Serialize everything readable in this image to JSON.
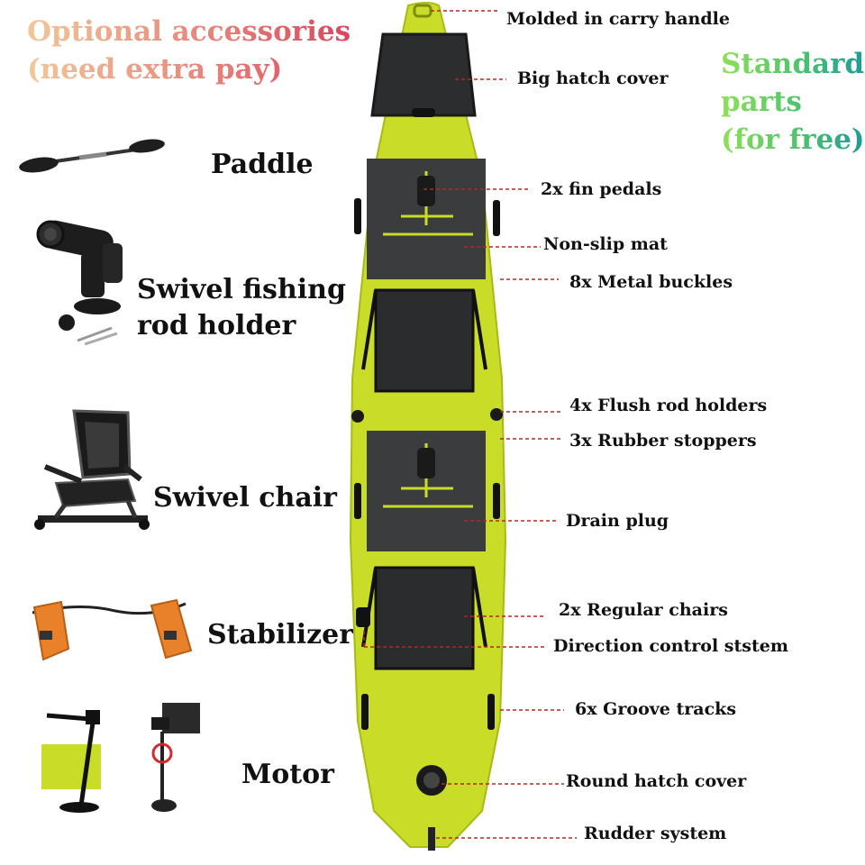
{
  "headings": {
    "optional_line1": "Optional accessories",
    "optional_line2": "(need extra pay)",
    "standard_line1": "Standard",
    "standard_line2": "parts",
    "standard_line3": "(for free)"
  },
  "accessories": {
    "paddle": "Paddle",
    "rod_holder_line1": "Swivel fishing",
    "rod_holder_line2": "rod holder",
    "swivel_chair": "Swivel chair",
    "stabilizer": "Stabilizer",
    "motor": "Motor"
  },
  "parts": {
    "carry_handle": "Molded in carry handle",
    "big_hatch": "Big hatch cover",
    "fin_pedals": "2x fin pedals",
    "non_slip_mat": "Non-slip mat",
    "metal_buckles": "8x Metal buckles",
    "flush_rod_holders": "4x Flush rod holders",
    "rubber_stoppers": "3x Rubber stoppers",
    "drain_plug": "Drain plug",
    "regular_chairs": "2x Regular chairs",
    "direction_control": "Direction control ststem",
    "groove_tracks": "6x Groove tracks",
    "round_hatch": "Round hatch cover",
    "rudder": "Rudder system"
  },
  "colors": {
    "kayak_body": "#c9dc28",
    "kayak_shadow": "#a8ba14",
    "deck_dark": "#2b2d2e",
    "leader_line": "#b32a1e",
    "stabilizer_orange": "#e9802a"
  }
}
